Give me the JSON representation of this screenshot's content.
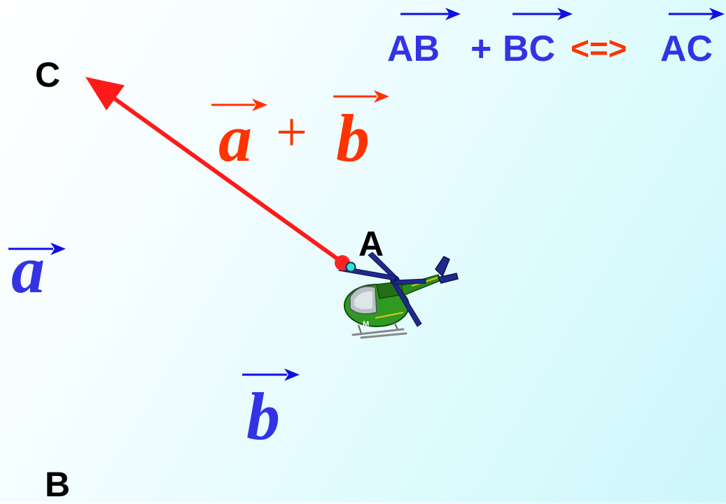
{
  "points": {
    "a": "A",
    "b": "B",
    "c": "C"
  },
  "vectors": {
    "a": "a",
    "b": "b",
    "sum_left": "a",
    "sum_plus": "+",
    "sum_right": "b"
  },
  "equation": {
    "term1": "AB",
    "plus": "+",
    "term2": "BC",
    "equiv": "<=>",
    "result": "AC"
  },
  "colors": {
    "vector_blue": "#3333e6",
    "arrow_blue": "#1010e0",
    "sum_red": "#ff3300",
    "resultant_arrow": "#ff1a1a",
    "equiv_red": "#ff3300",
    "point_marker": "#ff2222",
    "anchor_dot": "#33dddd"
  },
  "icons": {
    "helicopter": "helicopter-icon"
  }
}
